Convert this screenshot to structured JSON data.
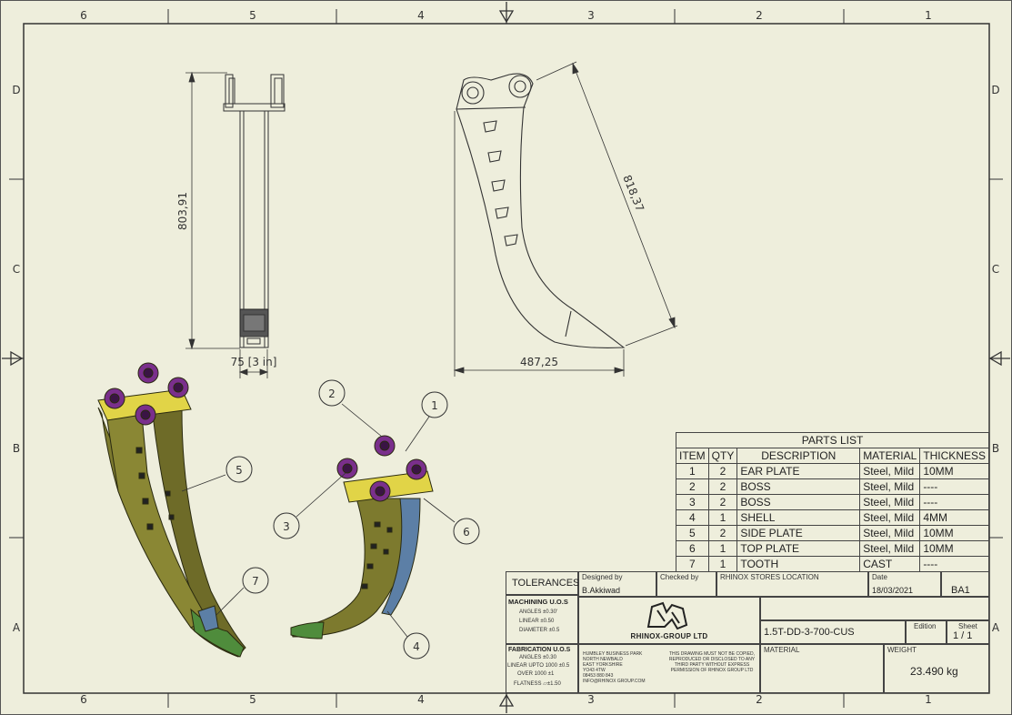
{
  "border": {
    "top_numbers": [
      "6",
      "5",
      "4",
      "3",
      "2",
      "1"
    ],
    "bottom_numbers": [
      "6",
      "5",
      "4",
      "3",
      "2",
      "1"
    ],
    "left_letters": [
      "D",
      "C",
      "B",
      "A"
    ],
    "right_letters": [
      "D",
      "C",
      "B",
      "A"
    ]
  },
  "dimensions": {
    "height": "803,91",
    "width_front": "75 [3 in]",
    "diagonal": "818,37",
    "width_side": "487,25"
  },
  "balloons": [
    "1",
    "2",
    "3",
    "4",
    "5",
    "6",
    "7"
  ],
  "parts_list": {
    "title": "PARTS LIST",
    "headers": [
      "ITEM",
      "QTY",
      "DESCRIPTION",
      "MATERIAL",
      "THICKNESS"
    ],
    "rows": [
      [
        "1",
        "2",
        "EAR PLATE",
        "Steel, Mild",
        "10MM"
      ],
      [
        "2",
        "2",
        "BOSS",
        "Steel, Mild",
        "----"
      ],
      [
        "3",
        "2",
        "BOSS",
        "Steel, Mild",
        "----"
      ],
      [
        "4",
        "1",
        "SHELL",
        "Steel, Mild",
        "4MM"
      ],
      [
        "5",
        "2",
        "SIDE PLATE",
        "Steel, Mild",
        "10MM"
      ],
      [
        "6",
        "1",
        "TOP PLATE",
        "Steel, Mild",
        "10MM"
      ],
      [
        "7",
        "1",
        "TOOTH",
        "CAST",
        "----"
      ]
    ]
  },
  "title_block": {
    "tolerances": "TOLERANCES",
    "machining_title": "MACHINING U.O.S",
    "machining_lines": [
      "ANGLES ±0.30'",
      "LINEAR ±0.50",
      "DIAMETER ±0.5"
    ],
    "fabrication_title": "FABRICATION U.O.S",
    "fabrication_lines": [
      "ANGLES ±0.30",
      "LINEAR UPTO 1000 ±0.5",
      "OVER 1000 ±1",
      "FLATNESS ⏥±1.50"
    ],
    "designed_by_label": "Designed by",
    "designed_by": "B.Akkiwad",
    "checked_by_label": "Checked by",
    "location": "RHINOX STORES LOCATION",
    "date_label": "Date",
    "date": "18/03/2021",
    "sheet_size": "BA1",
    "company": "RHINOX-GROUP LTD",
    "part_number": "1.5T-DD-3-700-CUS",
    "edition_label": "Edition",
    "sheet_label": "Sheet",
    "sheet": "1 / 1",
    "material_label": "MATERIAL",
    "weight_label": "WEIGHT",
    "weight": "23.490 kg",
    "address_lines": [
      "HUMBLEY BUSINESS PARK",
      "NORTH NEWBALD",
      "EAST YORKSHIRE",
      "YO43 4TW",
      "08453 880 843",
      "INFO@RHINOX GROUP.COM"
    ],
    "notice_lines": [
      "THIS DRAWING MUST NOT BE COPIED,",
      "REPRODUCED OR DISCLOSED TO ANY",
      "THIRD PARTY WITHOUT EXPRESS",
      "PERMISSION OF RHINOX GROUP LTD"
    ]
  },
  "colors": {
    "background": "#eeeedc",
    "line": "#333333",
    "steel_olive": "#7d7a2e",
    "boss_purple": "#7a2f8c",
    "plate_yellow": "#e1d447",
    "shell_blue": "#5c7fa6",
    "tooth_green": "#4f8c3c"
  }
}
